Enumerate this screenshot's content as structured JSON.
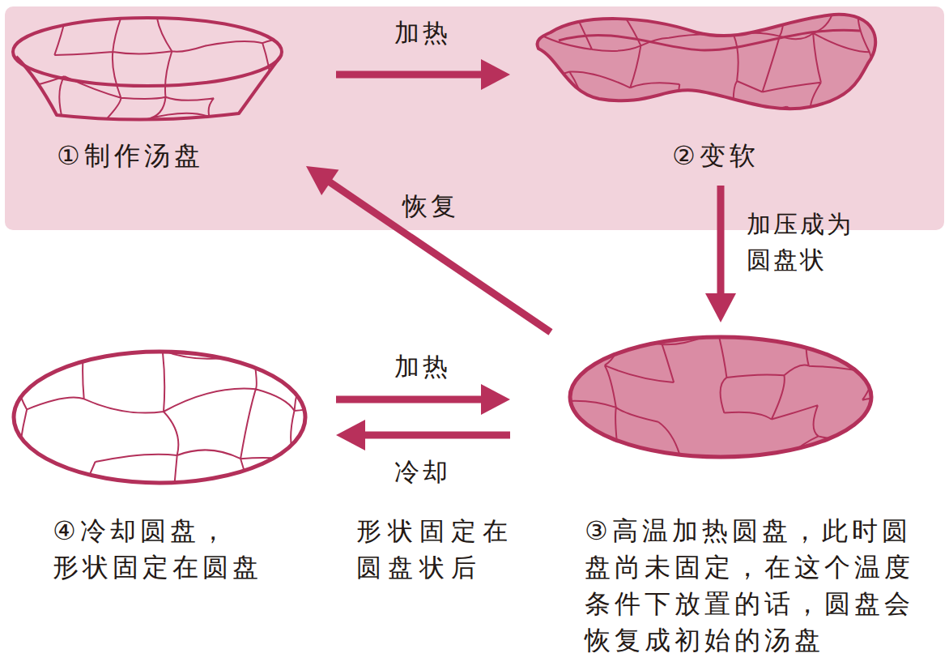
{
  "diagram": {
    "nodes": [
      {
        "text": [
          "①制作汤盘"
        ]
      },
      {
        "text": [
          "②变软"
        ]
      },
      {
        "text": [
          "③高温加热圆盘，此时圆 盘尚未固定，在这个温度 条件下放置的话，圆盘会 恢复成初始的汤盘"
        ]
      },
      {
        "text": [
          "④冷却圆盘， 形状固定在圆盘"
        ]
      }
    ],
    "edges": [
      {
        "from": 0,
        "to": 1,
        "arrow": "to",
        "label": "加热"
      },
      {
        "from": 1,
        "to": 2,
        "arrow": "to",
        "label": "加压成为 圆盘状"
      },
      {
        "from": 2,
        "to": 0,
        "arrow": "to",
        "label": "恢复"
      },
      {
        "from": 3,
        "to": 2,
        "arrow": "to",
        "label": "加热"
      },
      {
        "from": 2,
        "to": 3,
        "arrow": "to",
        "label": "冷却"
      }
    ],
    "labels": [
      "形状固定在 圆盘状后"
    ]
  }
}
